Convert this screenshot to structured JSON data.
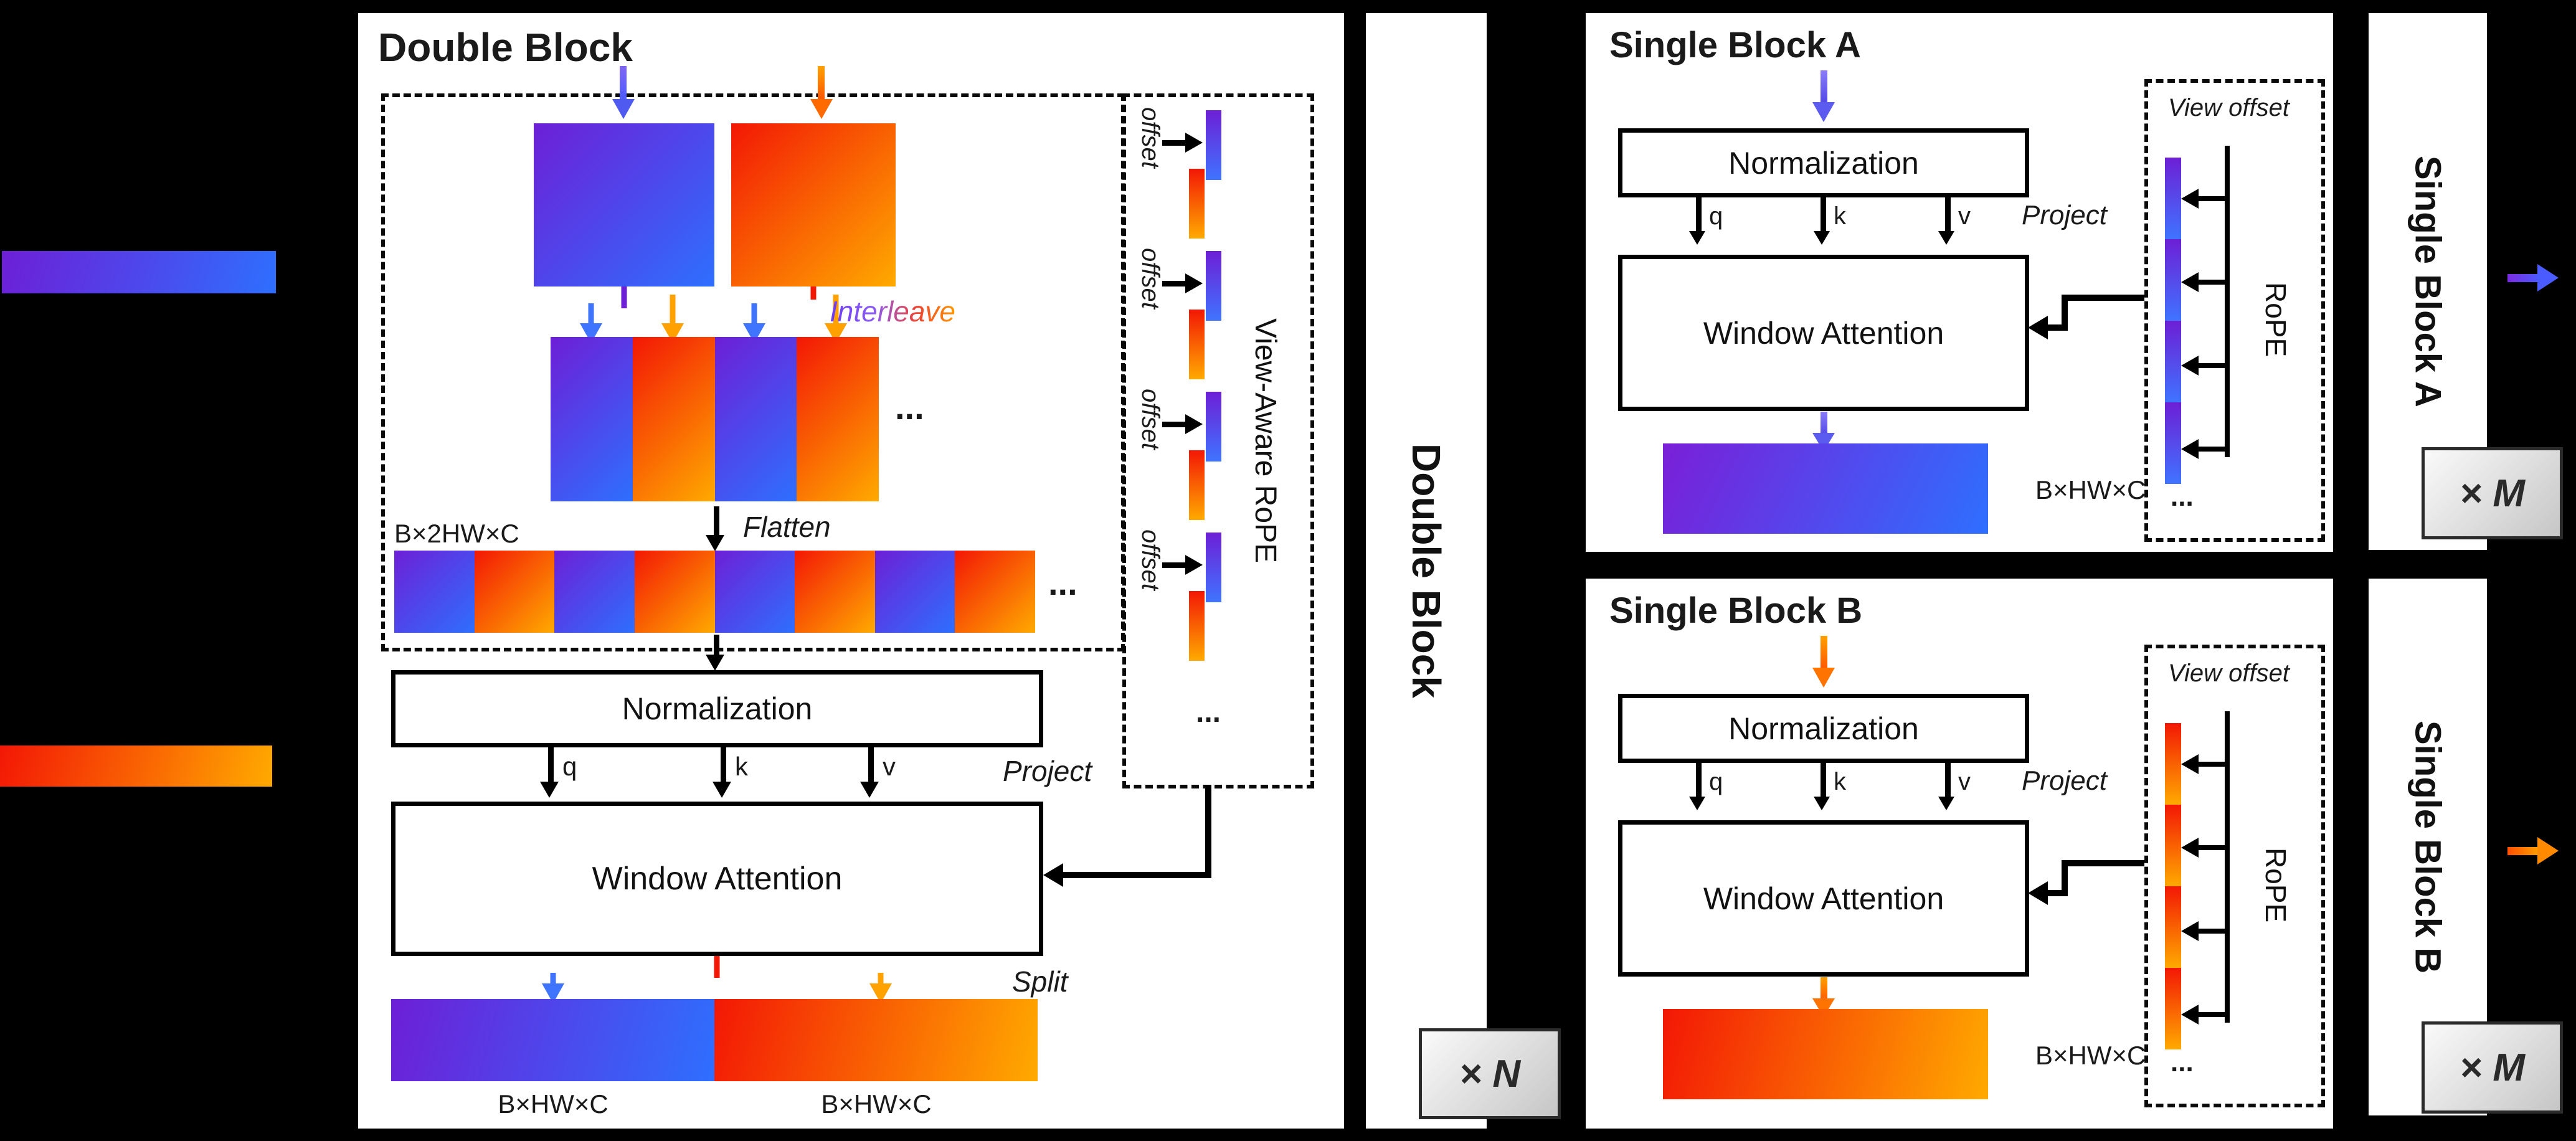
{
  "colors": {
    "purple_start": "#6D1FD6",
    "purple_end": "#2E6FFF",
    "orange_start": "#F31705",
    "orange_end": "#FFAA00",
    "badge_bg": "#DCDCDC",
    "badge_border": "#2A2A2A"
  },
  "double_block": {
    "title": "Double Block",
    "interleave_label": "Interleave",
    "ellipsis_grid": "...",
    "shape_in": "B×2HW×C",
    "flatten_label": "Flatten",
    "ellipsis_row": "...",
    "normalization": "Normalization",
    "q": "q",
    "k": "k",
    "v": "v",
    "project_label": "Project",
    "window_attention": "Window Attention",
    "split_label": "Split",
    "out_shape_left": "B×HW×C",
    "out_shape_right": "B×HW×C",
    "rope": {
      "title": "View-Aware RoPE",
      "offsets": [
        "offset",
        "offset",
        "offset",
        "offset"
      ],
      "ellipsis": "..."
    }
  },
  "middle_rail": {
    "title": "Double Block",
    "repeat_badge": "× N"
  },
  "single_block_a": {
    "title": "Single Block A",
    "normalization": "Normalization",
    "q": "q",
    "k": "k",
    "v": "v",
    "project_label": "Project",
    "window_attention": "Window Attention",
    "out_shape": "B×HW×C",
    "offset_panel": {
      "title": "View offset",
      "rope_label": "RoPE",
      "ellipsis": "..."
    }
  },
  "single_block_b": {
    "title": "Single Block B",
    "normalization": "Normalization",
    "q": "q",
    "k": "k",
    "v": "v",
    "project_label": "Project",
    "window_attention": "Window Attention",
    "out_shape": "B×HW×C",
    "offset_panel": {
      "title": "View offset",
      "rope_label": "RoPE",
      "ellipsis": "..."
    }
  },
  "right_rail": {
    "a": {
      "title": "Single Block A",
      "repeat_badge": "× M"
    },
    "b": {
      "title": "Single Block B",
      "repeat_badge": "× M"
    }
  }
}
